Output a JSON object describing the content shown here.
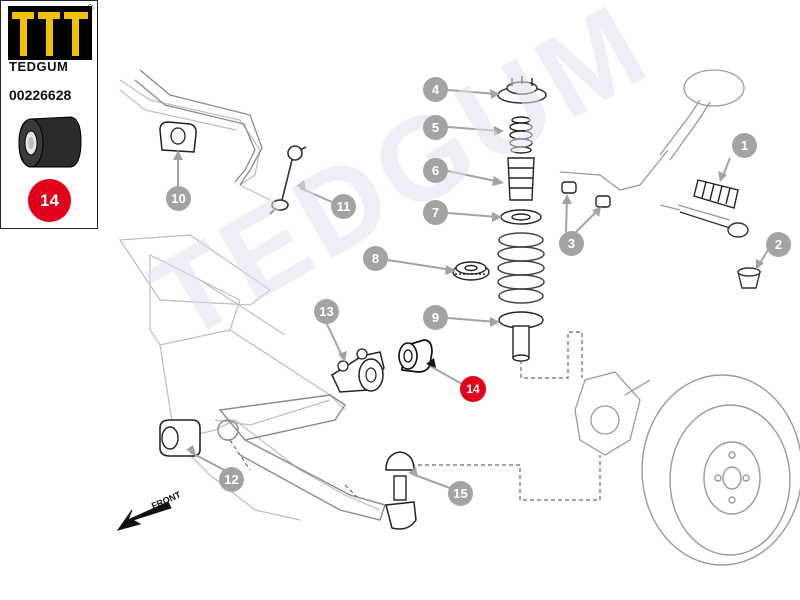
{
  "brand": {
    "name": "TEDGUM",
    "registered_mark": "®",
    "part_number": "00226628",
    "badge_number": "14",
    "accent_color": "#e2001a"
  },
  "watermark_text": "TEDGUM",
  "front_label": "FRONT",
  "callouts": [
    {
      "id": "1",
      "active": false
    },
    {
      "id": "2",
      "active": false
    },
    {
      "id": "3",
      "active": false
    },
    {
      "id": "4",
      "active": false
    },
    {
      "id": "5",
      "active": false
    },
    {
      "id": "6",
      "active": false
    },
    {
      "id": "7",
      "active": false
    },
    {
      "id": "8",
      "active": false
    },
    {
      "id": "9",
      "active": false
    },
    {
      "id": "10",
      "active": false
    },
    {
      "id": "11",
      "active": false
    },
    {
      "id": "12",
      "active": false
    },
    {
      "id": "13",
      "active": false
    },
    {
      "id": "14",
      "active": true
    },
    {
      "id": "15",
      "active": false
    }
  ],
  "colors": {
    "callout_gray": "#a3a3a3",
    "highlight_red": "#e2001a",
    "line_gray": "#9a9a9a",
    "part_dark": "#222222"
  }
}
